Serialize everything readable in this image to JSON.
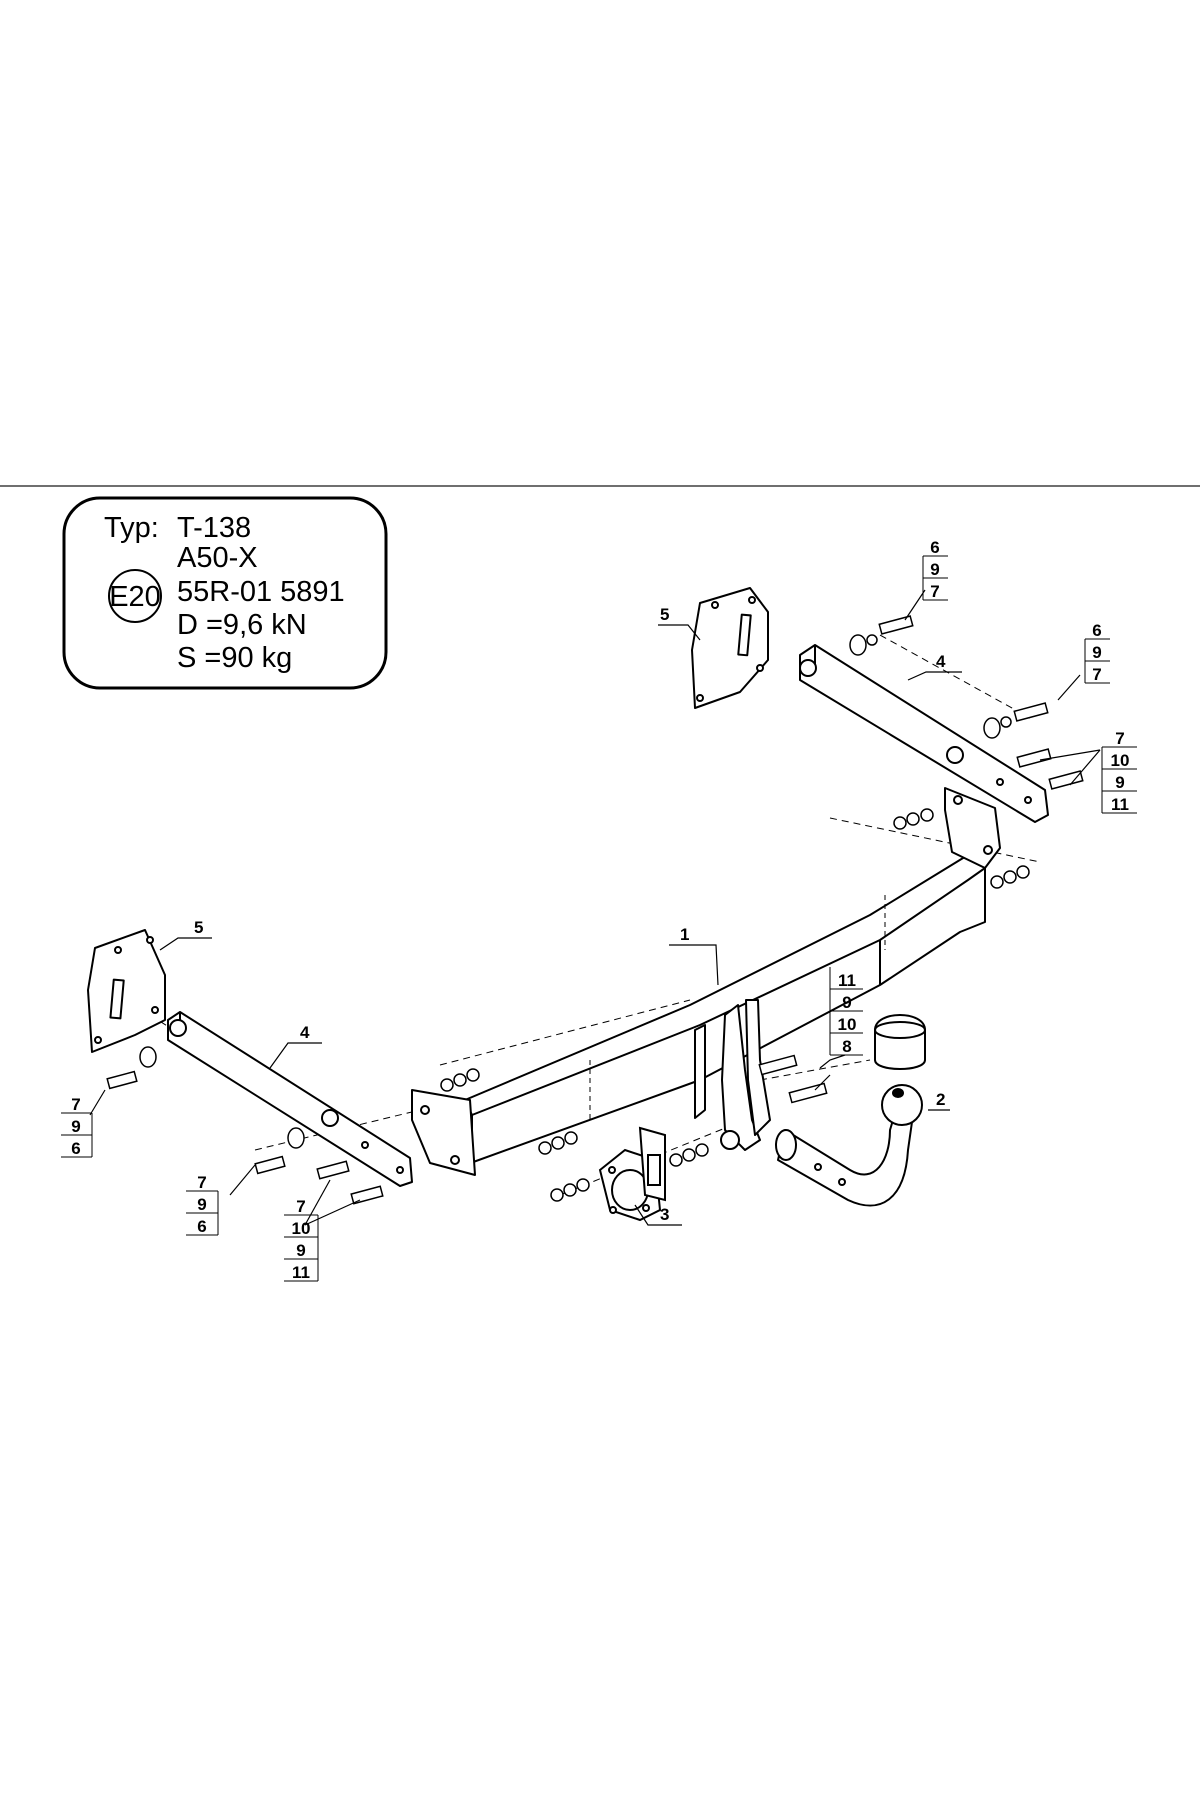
{
  "spec_box": {
    "type_label": "Typ:",
    "type_value": "T-138",
    "class_value": "A50-X",
    "approval_mark": "E20",
    "approval_number": "55R-01 5891",
    "d_value": "D =9,6 kN",
    "s_value": "S =90 kg"
  },
  "callouts": {
    "part_1": "1",
    "part_2": "2",
    "part_3": "3",
    "part_4_right": "4",
    "part_4_left": "4",
    "part_5_right": "5",
    "part_5_left": "5"
  },
  "stacks": {
    "top_a": [
      "6",
      "9",
      "7"
    ],
    "top_b": [
      "6",
      "9",
      "7"
    ],
    "top_c": [
      "7",
      "10",
      "9",
      "11"
    ],
    "mid": [
      "11",
      "9",
      "10",
      "8"
    ],
    "left_a": [
      "7",
      "9",
      "6"
    ],
    "left_b": [
      "7",
      "9",
      "6"
    ],
    "left_c": [
      "7",
      "10",
      "9",
      "11"
    ]
  },
  "colors": {
    "line": "#000000",
    "background": "#ffffff",
    "rule": "#6f6f6f"
  }
}
